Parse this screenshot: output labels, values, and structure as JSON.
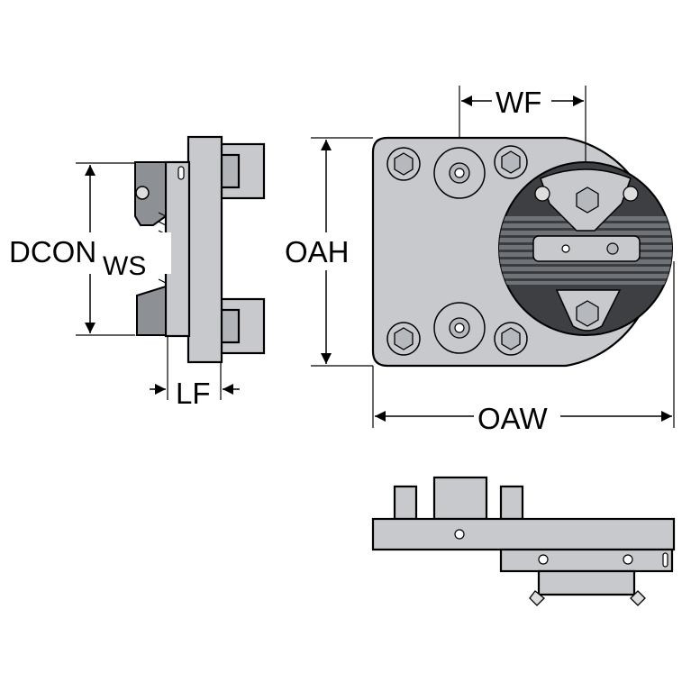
{
  "dimensions": {
    "dcon": "DCON",
    "ws": "WS",
    "lf": "LF",
    "oah": "OAH",
    "wf": "WF",
    "oaw": "OAW"
  }
}
